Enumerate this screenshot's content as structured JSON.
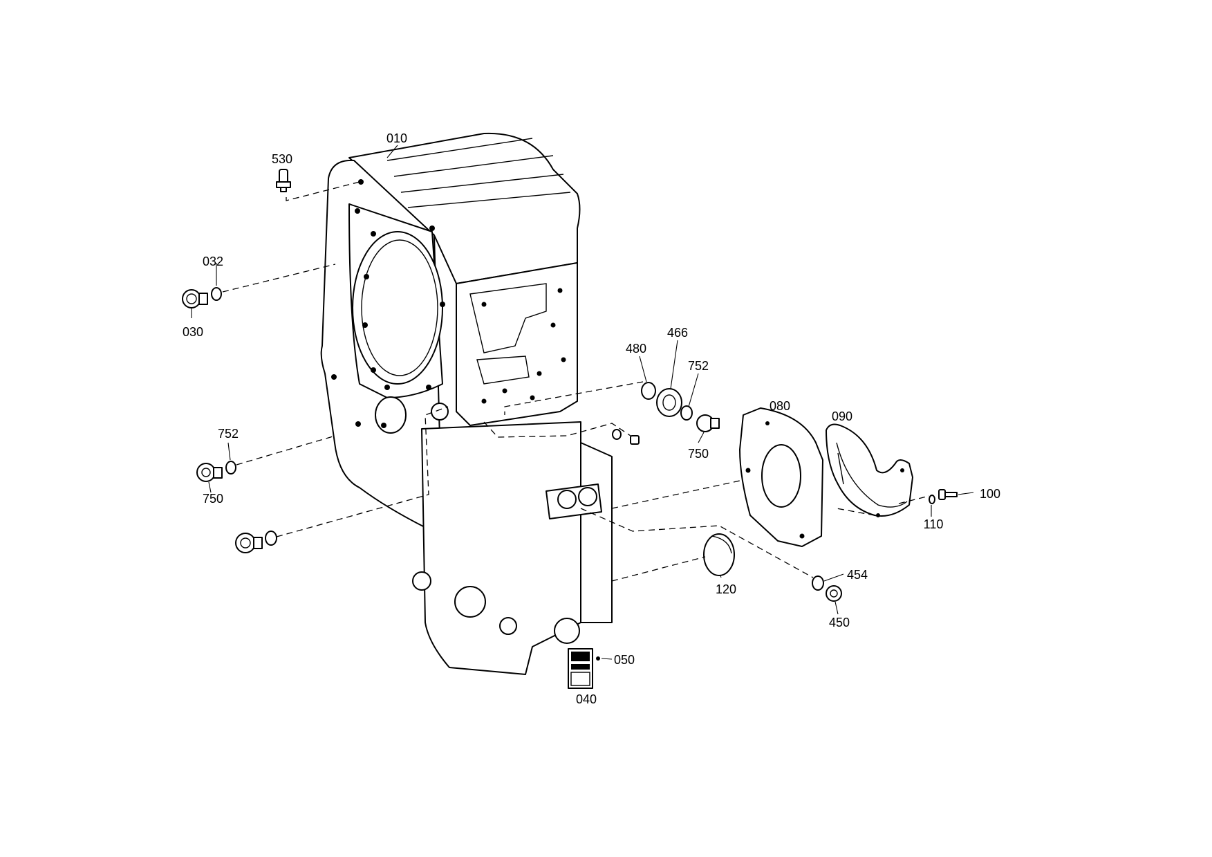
{
  "diagram": {
    "labels": {
      "p010": "010",
      "p530": "530",
      "p032": "032",
      "p030": "030",
      "p752a": "752",
      "p750a": "750",
      "p480": "480",
      "p466": "466",
      "p752b": "752",
      "p750b": "750",
      "p080": "080",
      "p090": "090",
      "p100": "100",
      "p110": "110",
      "p454": "454",
      "p450": "450",
      "p120": "120",
      "p050": "050",
      "p040": "040"
    }
  }
}
